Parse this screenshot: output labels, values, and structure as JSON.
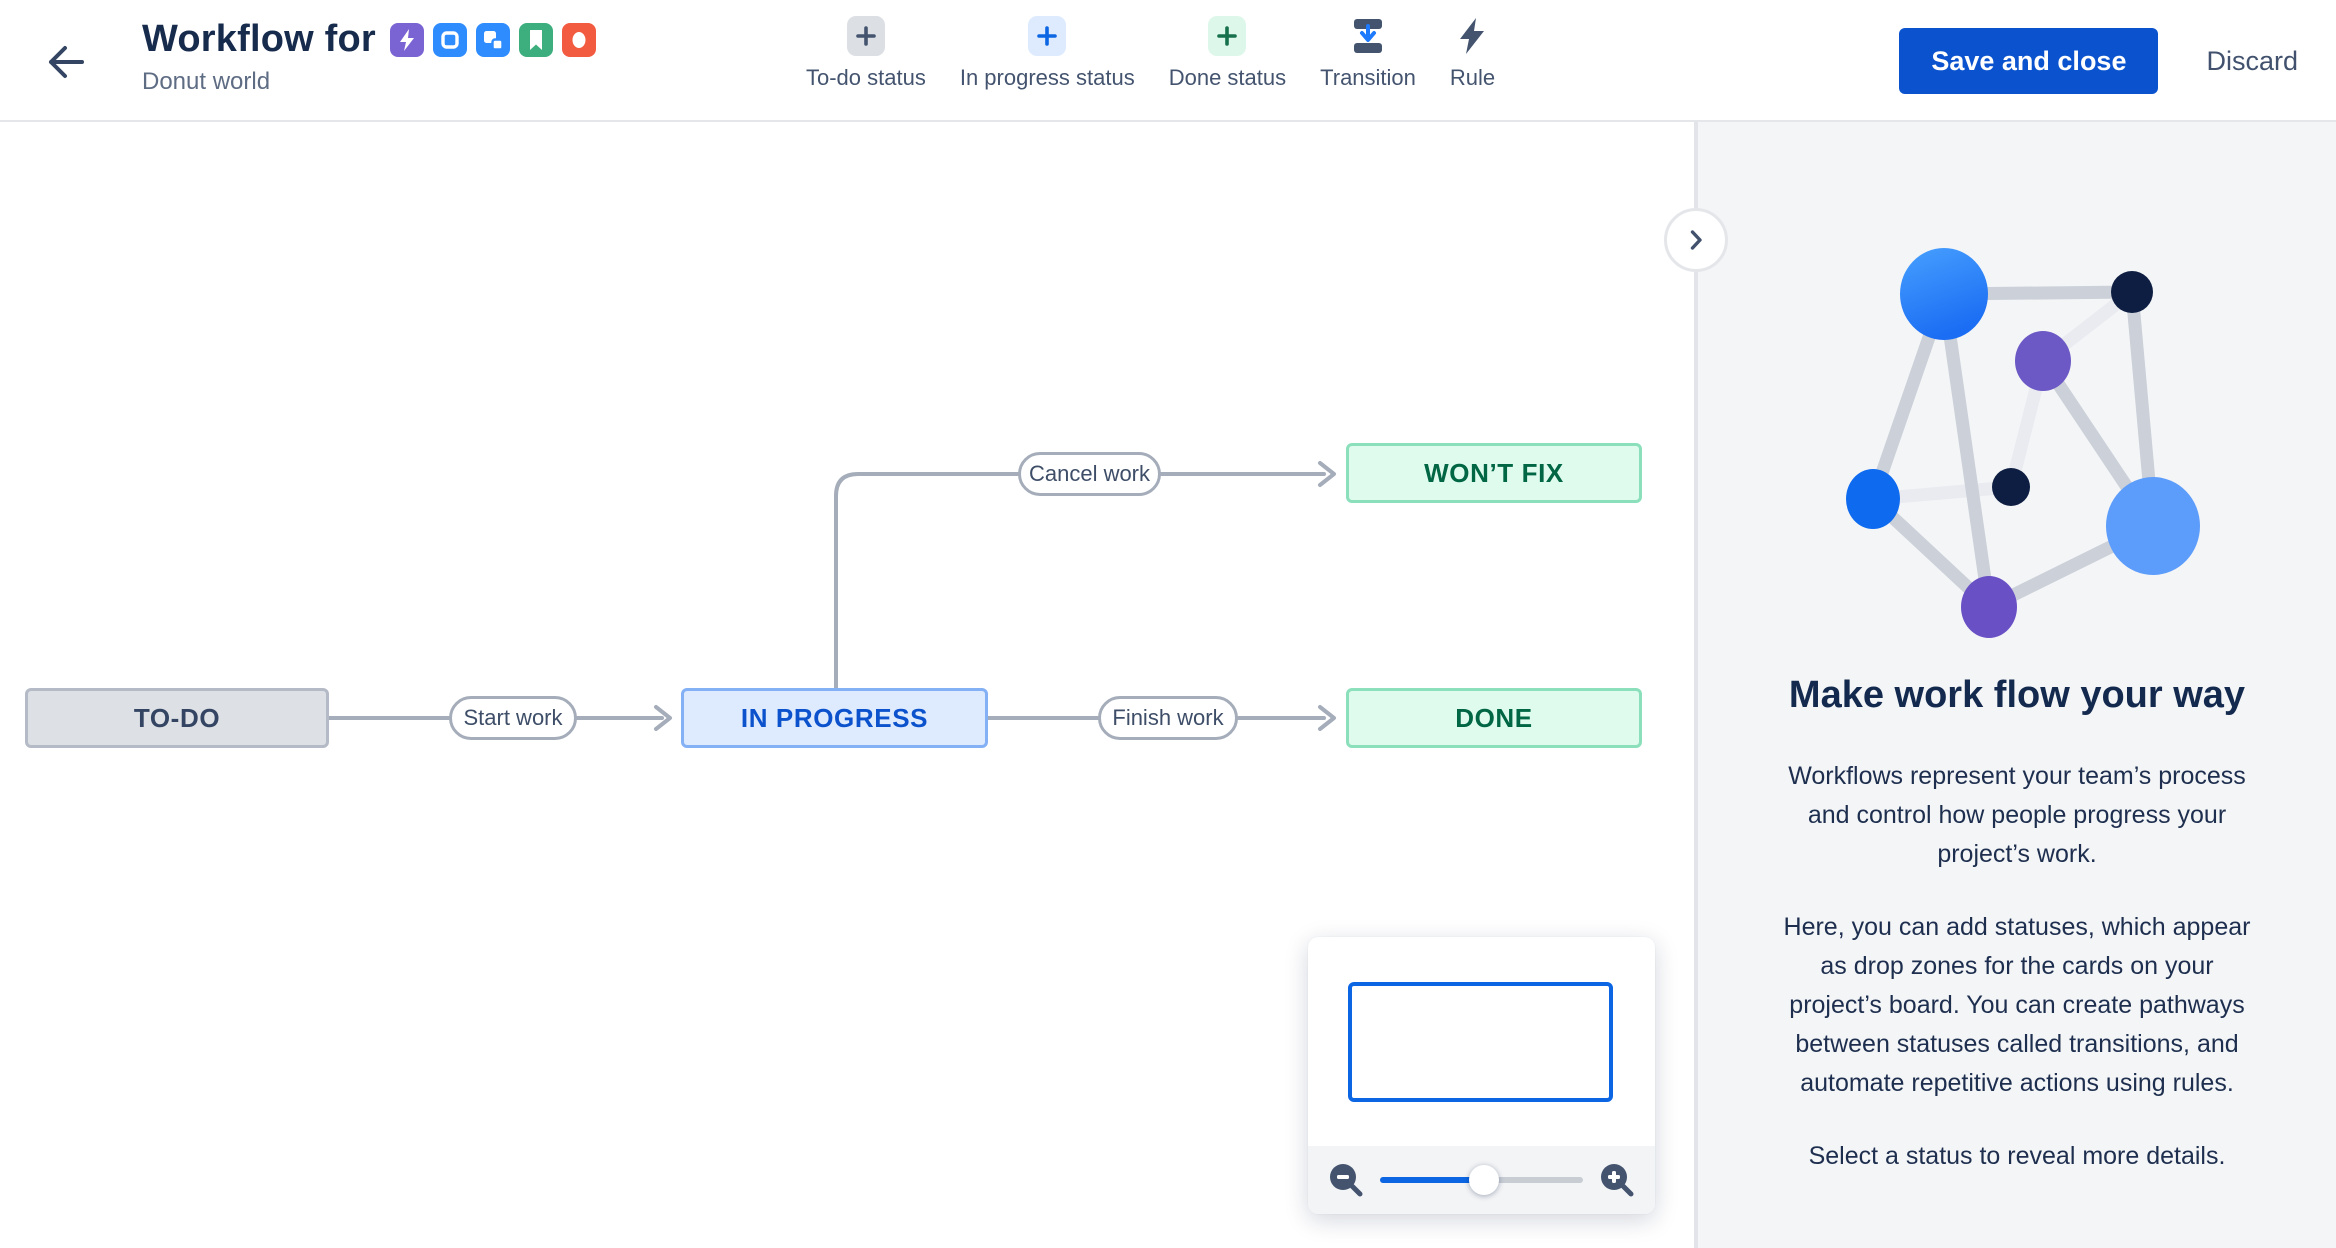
{
  "header": {
    "title": "Workflow for",
    "subtitle": "Donut world",
    "issue_types": [
      "epic",
      "task",
      "subtask",
      "story",
      "bug"
    ],
    "toolbar": [
      {
        "label": "To-do status"
      },
      {
        "label": "In progress status"
      },
      {
        "label": "Done status"
      },
      {
        "label": "Transition"
      },
      {
        "label": "Rule"
      }
    ],
    "save_label": "Save and close",
    "discard_label": "Discard"
  },
  "workflow": {
    "statuses": [
      {
        "id": "todo",
        "label": "TO-DO",
        "category": "todo"
      },
      {
        "id": "inprogress",
        "label": "IN PROGRESS",
        "category": "inprogress"
      },
      {
        "id": "wontfix",
        "label": "WON’T FIX",
        "category": "done"
      },
      {
        "id": "done",
        "label": "DONE",
        "category": "done"
      }
    ],
    "transitions": [
      {
        "id": "start",
        "label": "Start work",
        "from": "TO-DO",
        "to": "IN PROGRESS"
      },
      {
        "id": "cancel",
        "label": "Cancel work",
        "from": "IN PROGRESS",
        "to": "WON’T FIX"
      },
      {
        "id": "finish",
        "label": "Finish work",
        "from": "IN PROGRESS",
        "to": "DONE"
      }
    ]
  },
  "minimap": {
    "zoom_slider_fraction": 0.51
  },
  "sidebar": {
    "heading": "Make work flow your way",
    "paragraphs": [
      "Workflows represent your team’s process and control how people progress your project’s work.",
      "Here, you can add statuses, which appear as drop zones for the cards on your project’s board. You can create pathways between statuses called transitions, and automate repetitive actions using rules.",
      "Select a status to reveal more details."
    ]
  },
  "colors": {
    "primary_button": "#0B53CE",
    "todo_status": "#DDE0E5",
    "inprogress_status": "#DEEBFF",
    "done_status": "#DEFBEE",
    "minimap_viewport_border": "#0C66E4",
    "edge_gray": "#A5ADBA",
    "sidebar_background": "#F4F5F7"
  }
}
